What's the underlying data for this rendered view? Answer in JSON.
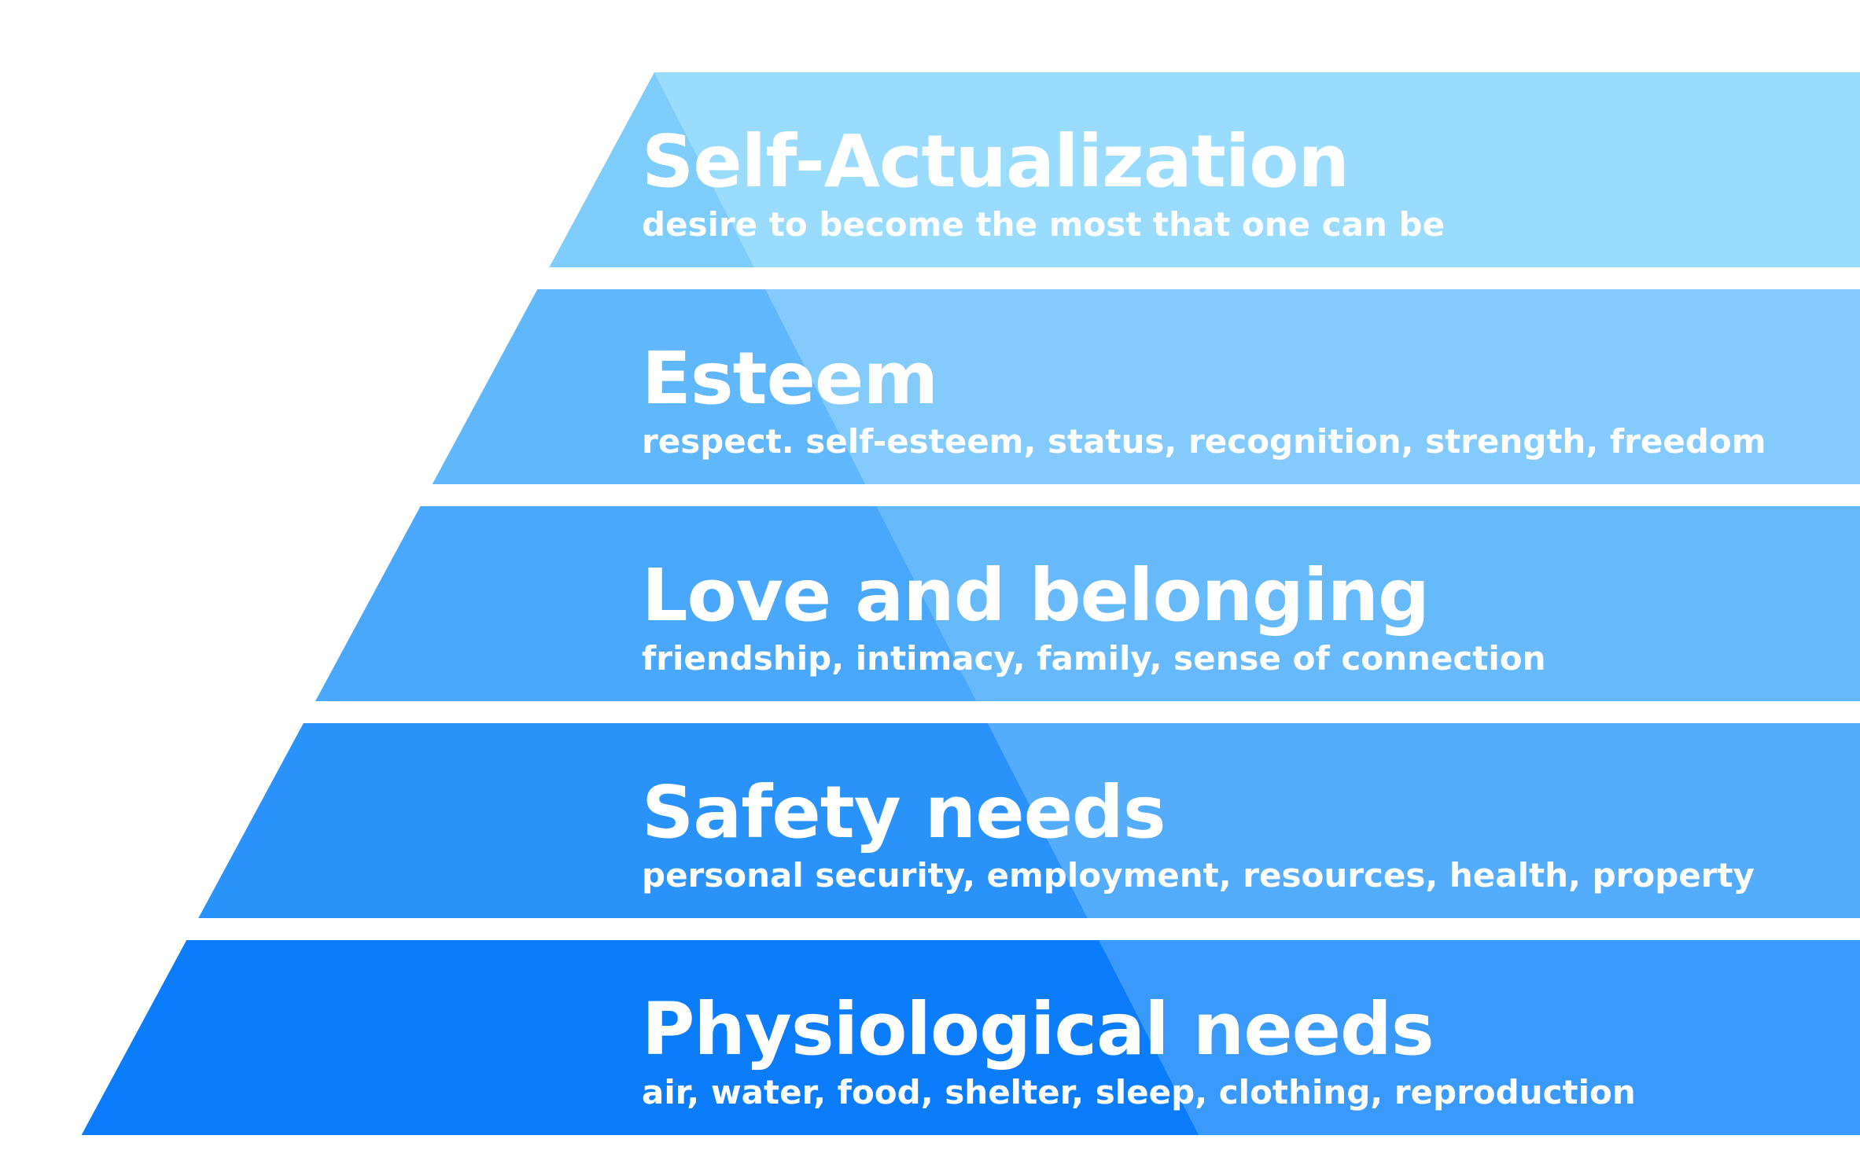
{
  "colors": {
    "background": "#ffffff",
    "text": "#ffffff"
  },
  "tiers": [
    {
      "title": "Self-Actualization",
      "description": "desire to become the most that one can be",
      "left_color": "#7dccfa",
      "right_color": "#99dcfd"
    },
    {
      "title": "Esteem",
      "description": "respect. self-esteem, status, recognition, strength, freedom",
      "left_color": "#61b7fb",
      "right_color": "#83cbfc"
    },
    {
      "title": "Love and belonging",
      "description": "friendship, intimacy, family, sense of connection",
      "left_color": "#49a8fb",
      "right_color": "#66bafc"
    },
    {
      "title": "Safety needs",
      "description": "personal security, employment, resources, health, property",
      "left_color": "#2a92fb",
      "right_color": "#53acfc"
    },
    {
      "title": "Physiological needs",
      "description": "air, water, food, shelter, sleep, clothing, reproduction",
      "left_color": "#0b7dfb",
      "right_color": "#3a9afc"
    }
  ]
}
